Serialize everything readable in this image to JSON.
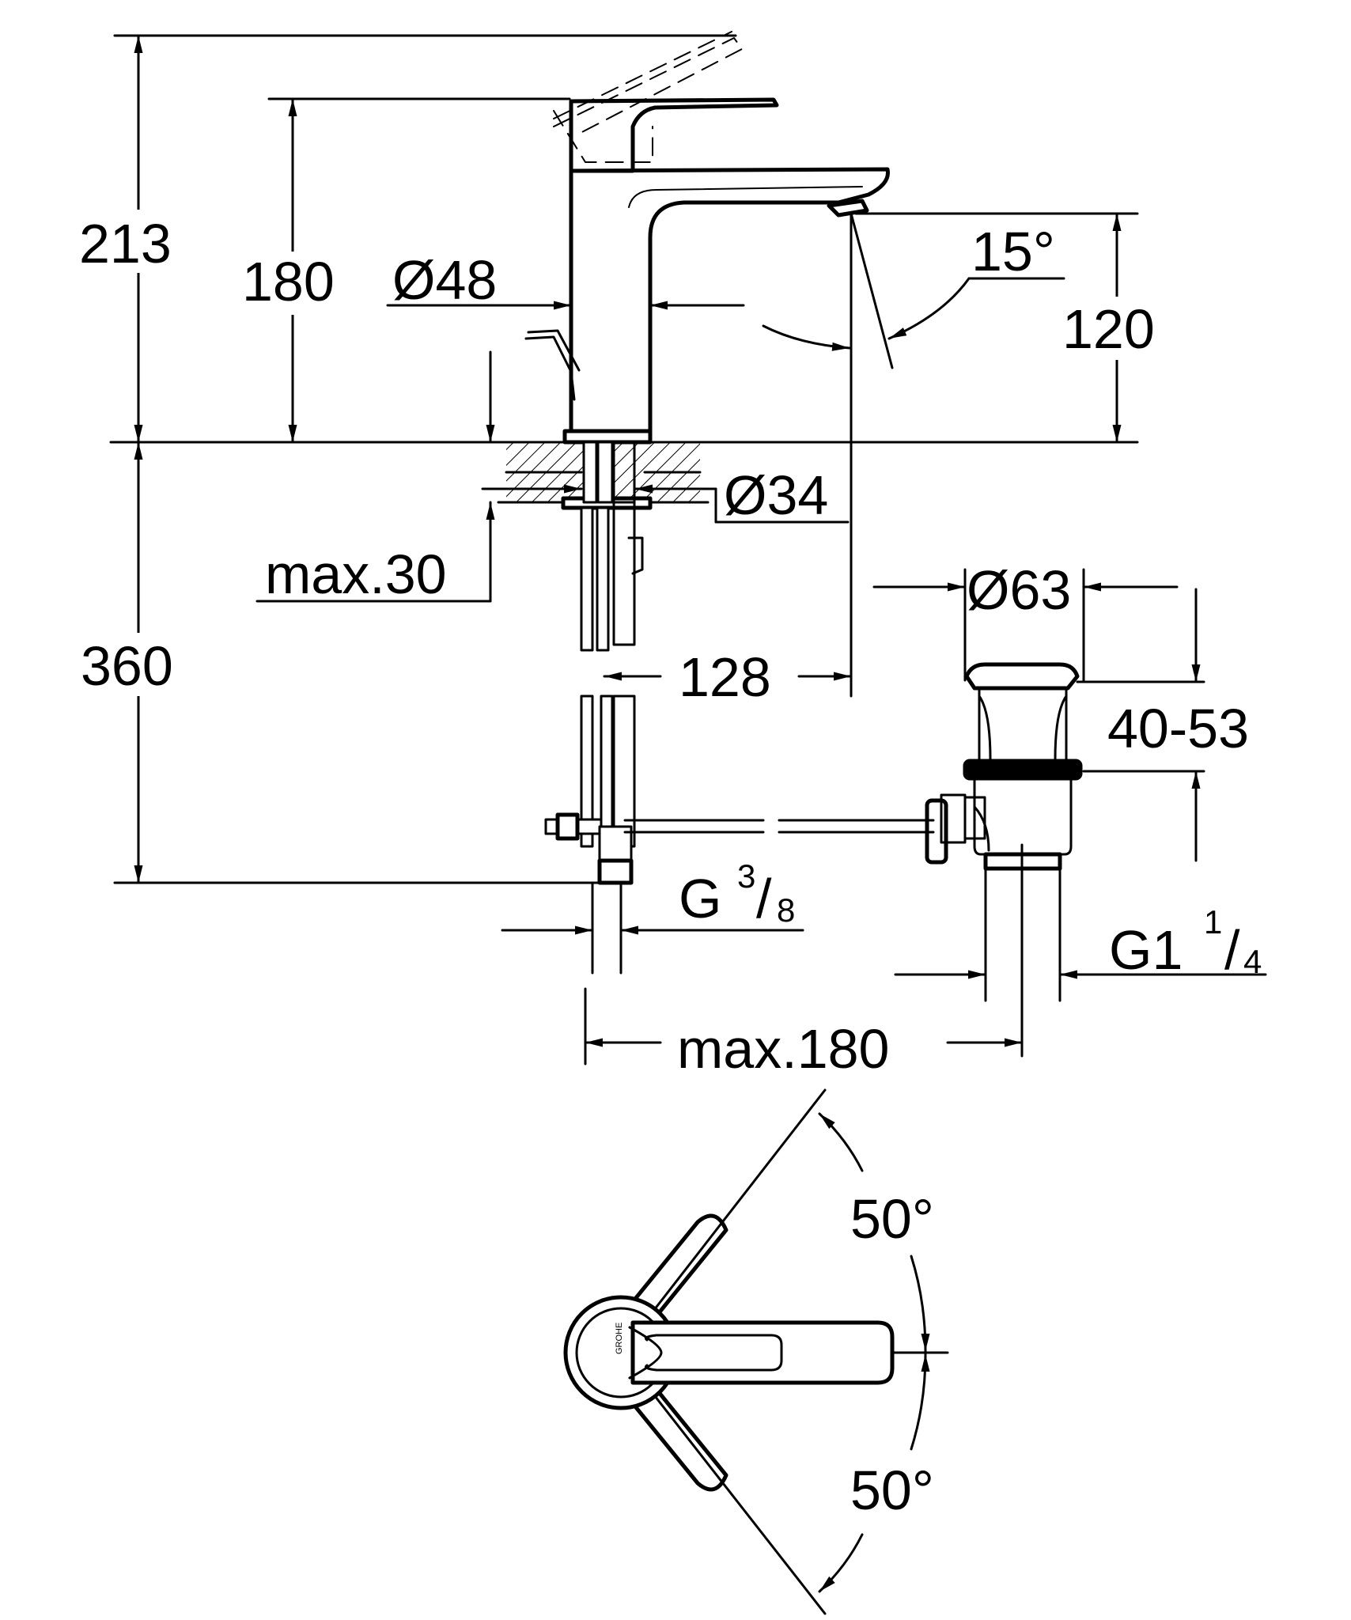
{
  "drawing": {
    "dimensions": {
      "total_height": "213",
      "handle_height": "180",
      "body_diameter": "Ø48",
      "spout_angle": "15°",
      "spout_height": "120",
      "hole_diameter": "Ø34",
      "max_thickness": "max.30",
      "hose_length": "360",
      "projection": "128",
      "waste_diameter": "Ø63",
      "waste_height": "40-53",
      "connection_left": "G",
      "connection_left_num": "3",
      "connection_left_den": "8",
      "connection_right": "G1",
      "connection_right_num": "1",
      "connection_right_den": "4",
      "max_distance": "max.180",
      "rotation_up": "50°",
      "rotation_down": "50°"
    },
    "top_view": {
      "logo_text": "GROHE"
    }
  }
}
